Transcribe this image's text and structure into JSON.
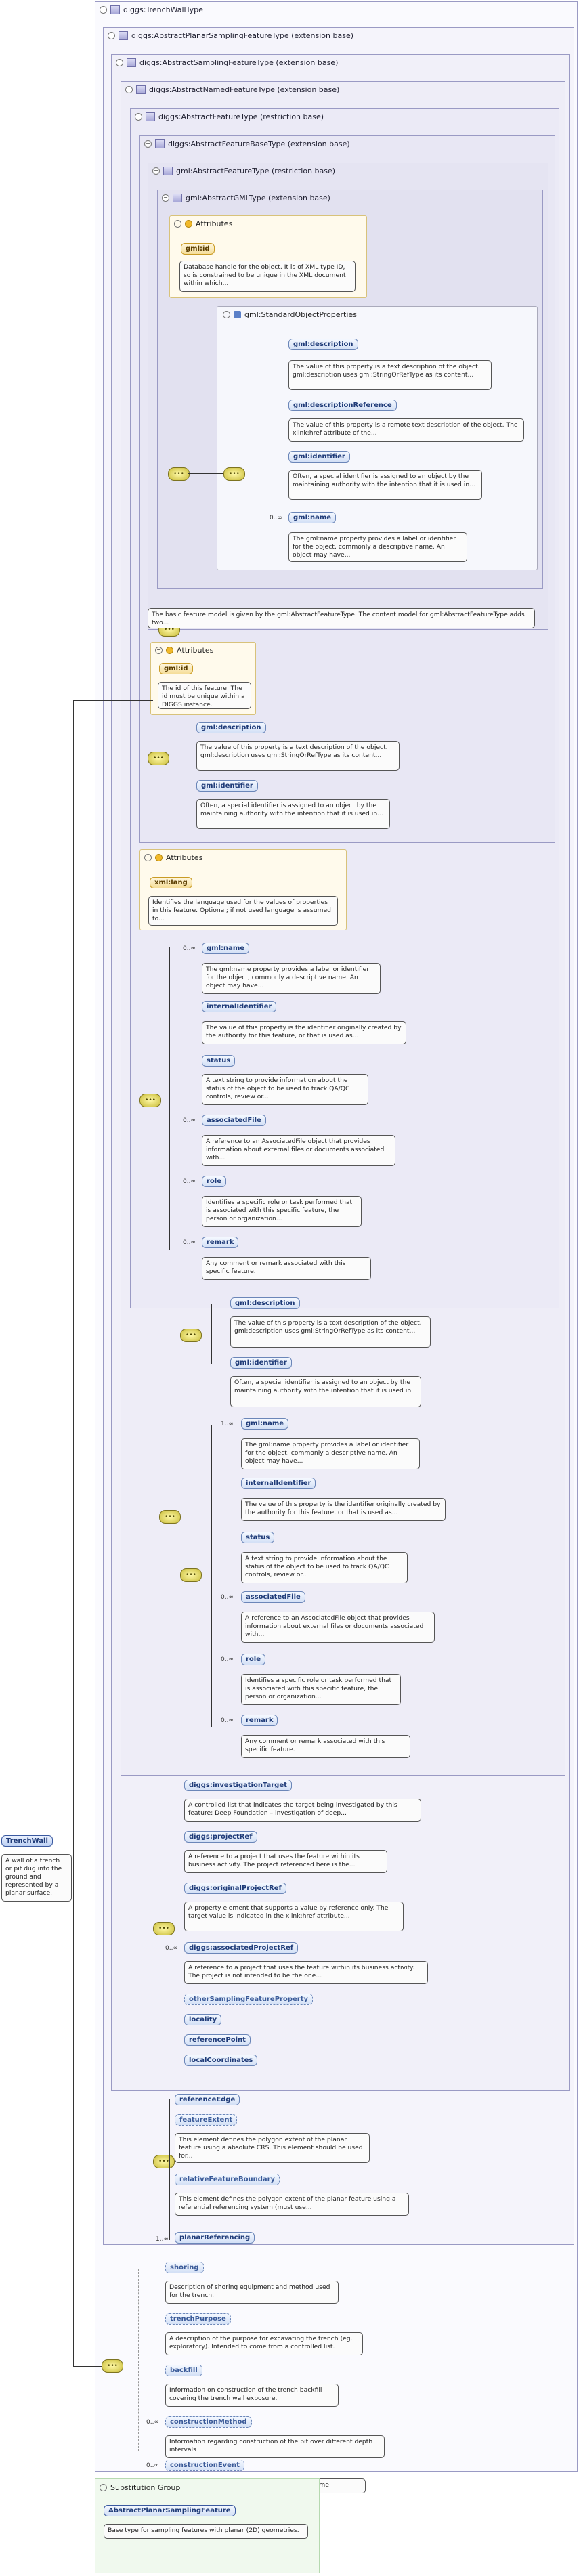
{
  "root": {
    "label": "diggs:TrenchWallType"
  },
  "ext_planar": {
    "label": "diggs:AbstractPlanarSamplingFeatureType (extension base)"
  },
  "ext_sampling": {
    "label": "diggs:AbstractSamplingFeatureType (extension base)"
  },
  "ext_named": {
    "label": "diggs:AbstractNamedFeatureType (extension base)"
  },
  "res_feature": {
    "label": "diggs:AbstractFeatureType (restriction base)"
  },
  "ext_featurebase": {
    "label": "diggs:AbstractFeatureBaseType (extension base)"
  },
  "res_gmlfeature": {
    "label": "gml:AbstractFeatureType (restriction base)"
  },
  "ext_gml": {
    "label": "gml:AbstractGMLType (extension base)"
  },
  "attr_gml": {
    "title": "Attributes",
    "id": "gml:id",
    "id_desc": "Database handle for the object. It is of XML type ID, so is constrained to be unique in the XML document within which..."
  },
  "std_props": {
    "title": "gml:StandardObjectProperties",
    "items": [
      {
        "name": "gml:description",
        "mult": "",
        "desc": "The value of this property is a text description of the object. gml:description uses gml:StringOrRefType as its content..."
      },
      {
        "name": "gml:descriptionReference",
        "mult": "",
        "desc": "The value of this property is a remote text description of the object. The xlink:href attribute of the..."
      },
      {
        "name": "gml:identifier",
        "mult": "",
        "desc": "Often, a special identifier is assigned to an object by the maintaining authority with the intention that it is used in..."
      },
      {
        "name": "gml:name",
        "mult": "0..∞",
        "desc": "The gml:name property provides a label or identifier for the object, commonly a descriptive name. An object may have..."
      }
    ]
  },
  "feature_note": "The basic feature model is given by the gml:AbstractFeatureType. The content model for gml:AbstractFeatureType adds two...",
  "attr_base": {
    "title": "Attributes",
    "id": "gml:id",
    "id_desc": "The id of this feature. The id must be unique within a DIGGS instance."
  },
  "base_items": [
    {
      "name": "gml:description",
      "mult": "",
      "desc": "The value of this property is a text description of the object. gml:description uses gml:StringOrRefType as its content..."
    },
    {
      "name": "gml:identifier",
      "mult": "",
      "desc": "Often, a special identifier is assigned to an object by the maintaining authority with the intention that it is used in..."
    }
  ],
  "attr_lang": {
    "title": "Attributes",
    "name": "xml:lang",
    "desc": "Identifies the language used for the values of properties in this feature. Optional; if not used language is assumed to..."
  },
  "feature_items": [
    {
      "name": "gml:name",
      "mult": "0..∞",
      "desc": "The gml:name property provides a label or identifier for the object, commonly a descriptive name. An object may have..."
    },
    {
      "name": "internalIdentifier",
      "mult": "",
      "desc": "The value of this property is the identifier originally created by the authority for this feature, or that is used as..."
    },
    {
      "name": "status",
      "mult": "",
      "desc": "A text string to provide information about the status of the object to be used to track QA/QC controls, review or..."
    },
    {
      "name": "associatedFile",
      "mult": "0..∞",
      "desc": "A reference to an AssociatedFile object that provides information about external files or documents associated with..."
    },
    {
      "name": "role",
      "mult": "0..∞",
      "desc": "Identifies a specific role or task performed that is associated with this specific feature, the person or organization..."
    },
    {
      "name": "remark",
      "mult": "0..∞",
      "desc": "Any comment or remark associated with this specific feature."
    }
  ],
  "named_top": [
    {
      "name": "gml:description",
      "mult": "",
      "desc": "The value of this property is a text description of the object. gml:description uses gml:StringOrRefType as its content..."
    },
    {
      "name": "gml:identifier",
      "mult": "",
      "desc": "Often, a special identifier is assigned to an object by the maintaining authority with the intention that it is used in..."
    }
  ],
  "named_items": [
    {
      "name": "gml:name",
      "mult": "1..∞",
      "desc": "The gml:name property provides a label or identifier for the object, commonly a descriptive name. An object may have..."
    },
    {
      "name": "internalIdentifier",
      "mult": "",
      "desc": "The value of this property is the identifier originally created by the authority for this feature, or that is used as..."
    },
    {
      "name": "status",
      "mult": "",
      "desc": "A text string to provide information about the status of the object to be used to track QA/QC controls, review or..."
    },
    {
      "name": "associatedFile",
      "mult": "0..∞",
      "desc": "A reference to an AssociatedFile object that provides information about external files or documents associated with..."
    },
    {
      "name": "role",
      "mult": "0..∞",
      "desc": "Identifies a specific role or task performed that is associated with this specific feature, the person or organization..."
    },
    {
      "name": "remark",
      "mult": "0..∞",
      "desc": "Any comment or remark associated with this specific feature."
    }
  ],
  "sampling_items": [
    {
      "name": "diggs:investigationTarget",
      "mult": "",
      "desc": "A controlled list that indicates the target being investigated by this feature: Deep Foundation – investigation of deep..."
    },
    {
      "name": "diggs:projectRef",
      "mult": "",
      "desc": "A reference to a project that uses the feature within its business activity. The project referenced here is the..."
    },
    {
      "name": "diggs:originalProjectRef",
      "mult": "",
      "desc": "A property element that supports a value by reference only. The target value is indicated in the xlink:href attribute..."
    },
    {
      "name": "diggs:associatedProjectRef",
      "mult": "0..∞",
      "desc": "A reference to a project that uses the feature within its business activity. The project is not intended to be the one..."
    },
    {
      "name": "otherSamplingFeatureProperty",
      "mult": "",
      "desc": ""
    },
    {
      "name": "locality",
      "mult": "",
      "desc": ""
    },
    {
      "name": "referencePoint",
      "mult": "",
      "desc": ""
    },
    {
      "name": "localCoordinates",
      "mult": "",
      "desc": ""
    }
  ],
  "planar_items": [
    {
      "name": "referenceEdge",
      "mult": "",
      "desc": ""
    },
    {
      "name": "featureExtent",
      "mult": "",
      "desc": "This element defines the polygon extent of the planar feature using a absolute CRS. This element should be used for..."
    },
    {
      "name": "relativeFeatureBoundary",
      "mult": "",
      "desc": "This element defines the polygon extent of the planar feature using a referential referencing system (must use..."
    },
    {
      "name": "planarReferencing",
      "mult": "1..∞",
      "desc": ""
    }
  ],
  "trench_items": [
    {
      "name": "shoring",
      "mult": "",
      "desc": "Description of shoring equipment and method used for the trench."
    },
    {
      "name": "trenchPurpose",
      "mult": "",
      "desc": "A description of the purpose for excavating the trench (eg. exploratory). Intended to come from a controlled list."
    },
    {
      "name": "backfill",
      "mult": "",
      "desc": "Information on construction of the trench backfill covering the trench wall exposure."
    },
    {
      "name": "constructionMethod",
      "mult": "0..∞",
      "desc": "Information regarding construction of the pit over different depth intervals"
    },
    {
      "name": "constructionEvent",
      "mult": "0..∞",
      "desc": "Information on construction of the trench with time"
    }
  ],
  "trench_wall": {
    "name": "TrenchWall",
    "desc": "A wall of a trench or pit dug into the ground and represented by a planar surface."
  },
  "subst": {
    "title": "Substitution Group",
    "name": "AbstractPlanarSamplingFeature",
    "desc": "Base type for sampling features with planar (2D) geometries."
  }
}
